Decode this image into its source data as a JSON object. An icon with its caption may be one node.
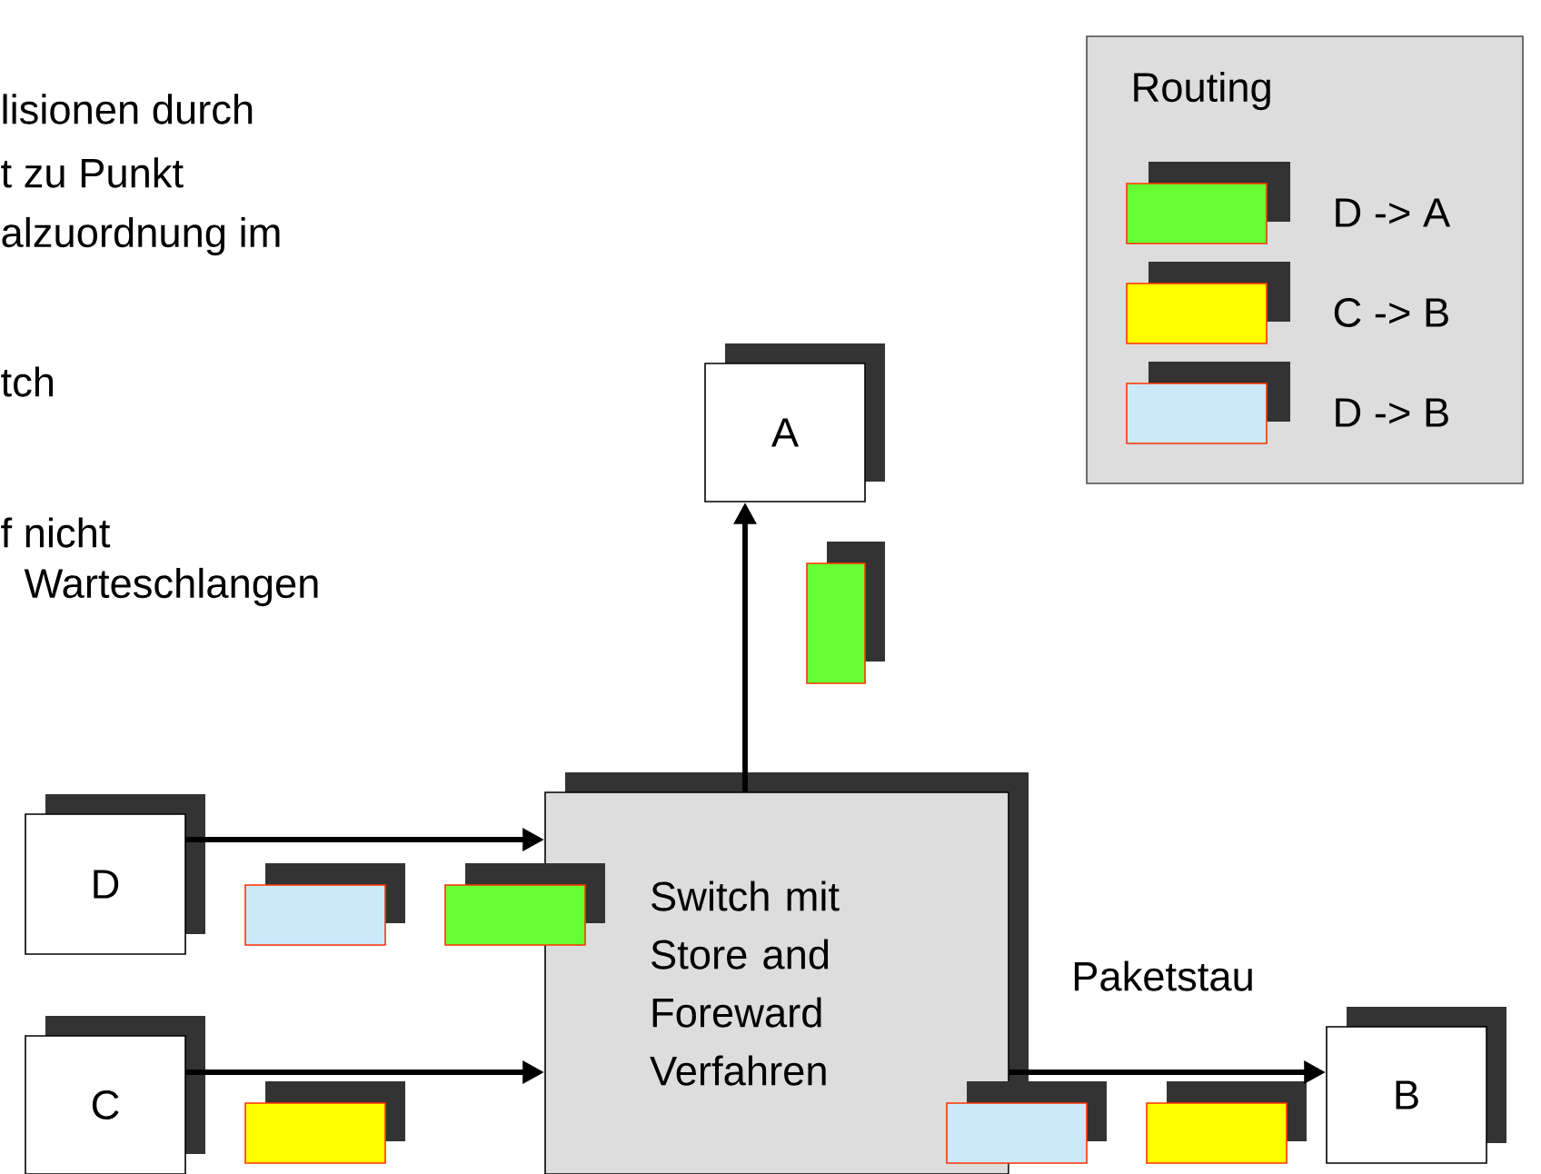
{
  "diagram": {
    "nodes": [
      {
        "text": [
          "Routing"
        ]
      },
      {
        "text": [
          "A"
        ]
      },
      {
        "text": [
          "D"
        ]
      },
      {
        "text": [
          "C"
        ]
      },
      {
        "text": [
          "Switch mit Store and Foreward Verfahren"
        ]
      },
      {
        "text": [
          "B"
        ]
      }
    ],
    "edges": [
      {
        "from": 2,
        "to": 4,
        "arrow": "to"
      },
      {
        "from": 3,
        "to": 4,
        "arrow": "to"
      },
      {
        "from": 4,
        "to": 1,
        "arrow": "to"
      },
      {
        "from": 4,
        "to": 5,
        "arrow": "to",
        "label": "Paketstau"
      }
    ],
    "labels": [
      "lisionen durch",
      "t zu Punkt",
      "alzuordnung im",
      "tch",
      "f nicht",
      "Warteschlangen"
    ],
    "legend": [
      {
        "text": "D -> A",
        "color": "#66ff33"
      },
      {
        "text": "C -> B",
        "color": "#ffff00"
      },
      {
        "text": "D -> B",
        "color": "#cce9f9"
      }
    ]
  }
}
